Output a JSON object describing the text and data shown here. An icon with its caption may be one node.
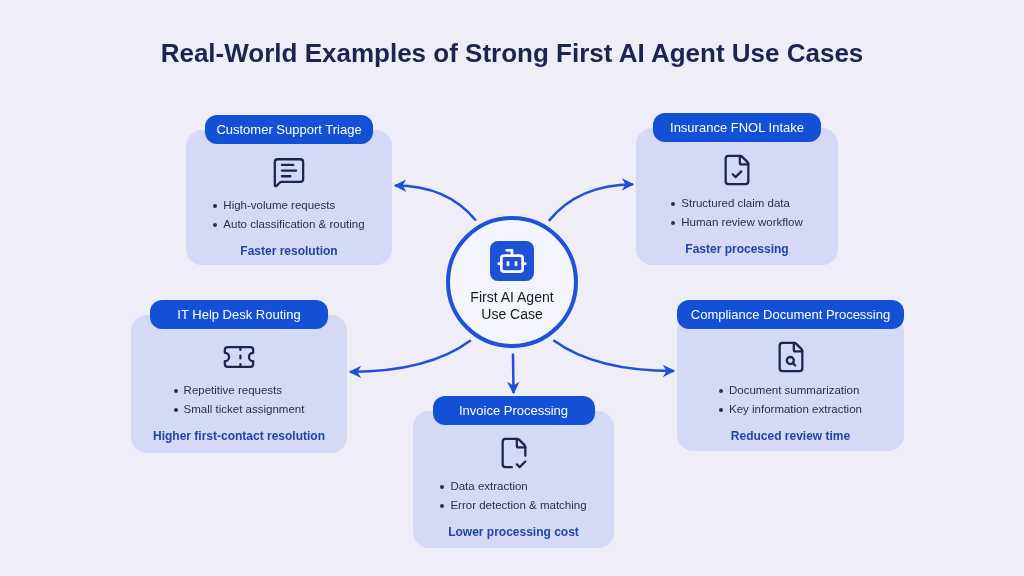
{
  "diagram": {
    "title": "Real-World Examples of Strong First AI Agent Use Cases",
    "nodes": [
      {
        "text": [
          "First AI Agent Use Case"
        ]
      },
      {
        "text": [
          "Customer Support Triage",
          "High-volume requests",
          "Auto classification & routing",
          "Faster resolution"
        ]
      },
      {
        "text": [
          "Insurance FNOL Intake",
          "Structured claim data",
          "Human review workflow",
          "Faster processing"
        ]
      },
      {
        "text": [
          "IT Help Desk Routing",
          "Repetitive requests",
          "Small ticket assignment",
          "Higher first-contact resolution"
        ]
      },
      {
        "text": [
          "Invoice Processing",
          "Data extraction",
          "Error detection & matching",
          "Lower processing cost"
        ]
      },
      {
        "text": [
          "Compliance Document Processing",
          "Document summarization",
          "Key information extraction",
          "Reduced review time"
        ]
      }
    ],
    "edges": [
      {
        "from": 0,
        "to": 1,
        "arrow": "to"
      },
      {
        "from": 0,
        "to": 2,
        "arrow": "to"
      },
      {
        "from": 0,
        "to": 3,
        "arrow": "to"
      },
      {
        "from": 0,
        "to": 4,
        "arrow": "to"
      },
      {
        "from": 0,
        "to": 5,
        "arrow": "to"
      }
    ]
  }
}
